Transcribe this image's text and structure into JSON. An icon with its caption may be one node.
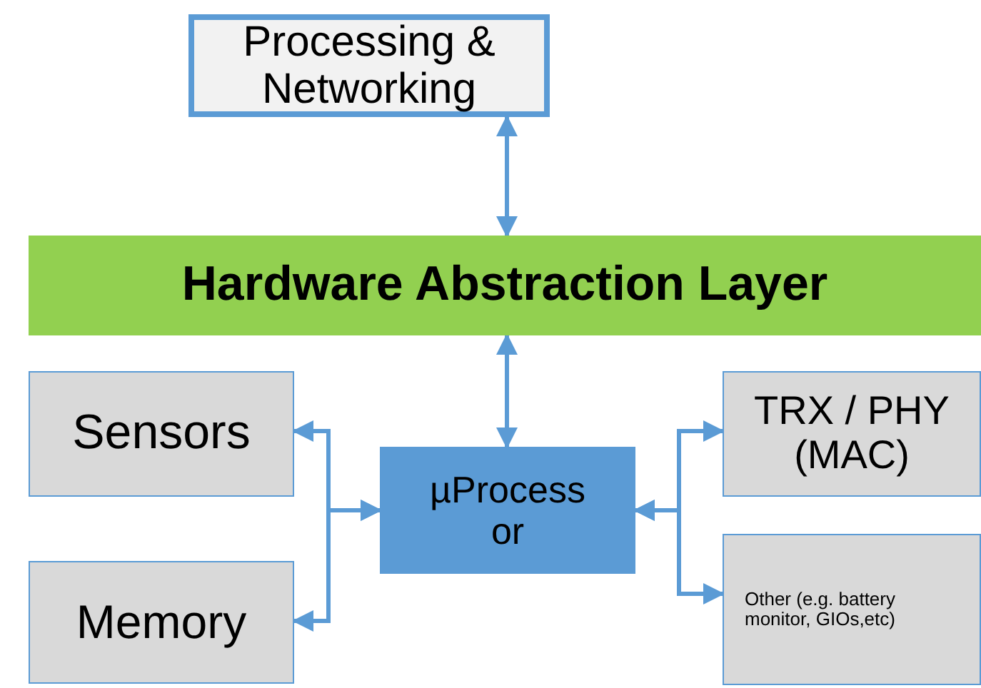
{
  "diagram": {
    "nodes": [
      {
        "text": [
          "Processing & Networking"
        ]
      },
      {
        "text": [
          "Hardware Abstraction Layer"
        ]
      },
      {
        "text": [
          "Sensors"
        ]
      },
      {
        "text": [
          "Memory"
        ]
      },
      {
        "text": [
          "µProcessor"
        ]
      },
      {
        "text": [
          "TRX / PHY (MAC)"
        ]
      },
      {
        "text": [
          "Other (e.g. battery monitor, GIOs,etc)"
        ]
      }
    ],
    "edges": [
      {
        "from": 0,
        "to": 1,
        "arrow": "both"
      },
      {
        "from": 1,
        "to": 4,
        "arrow": "both"
      },
      {
        "from": 4,
        "to": 2,
        "arrow": "both"
      },
      {
        "from": 4,
        "to": 3,
        "arrow": "both"
      },
      {
        "from": 4,
        "to": 5,
        "arrow": "both"
      },
      {
        "from": 4,
        "to": 6,
        "arrow": "both"
      }
    ]
  }
}
